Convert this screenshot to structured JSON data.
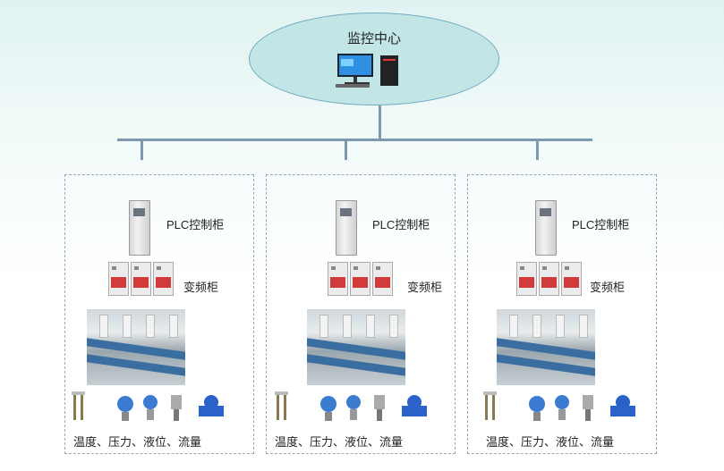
{
  "center": {
    "title": "监控中心",
    "icon": "desktop-computer-icon"
  },
  "stations": [
    {
      "plc_label": "PLC控制柜",
      "vfd_label": "变频柜",
      "pump_room": "pump-room-photo",
      "sensors_label": "温度、压力、液位、流量"
    },
    {
      "plc_label": "PLC控制柜",
      "vfd_label": "变频柜",
      "pump_room": "pump-room-photo",
      "sensors_label": "温度、压力、液位、流量"
    },
    {
      "plc_label": "PLC控制柜",
      "vfd_label": "变频柜",
      "pump_room": "pump-room-photo",
      "sensors_label": "温度、压力、液位、流量"
    }
  ],
  "colors": {
    "ellipse_fill": "#c2e6e6",
    "bus_line": "#7d99b0",
    "vfd_red": "#d23b3b",
    "flowmeter_blue": "#2a62c9"
  }
}
